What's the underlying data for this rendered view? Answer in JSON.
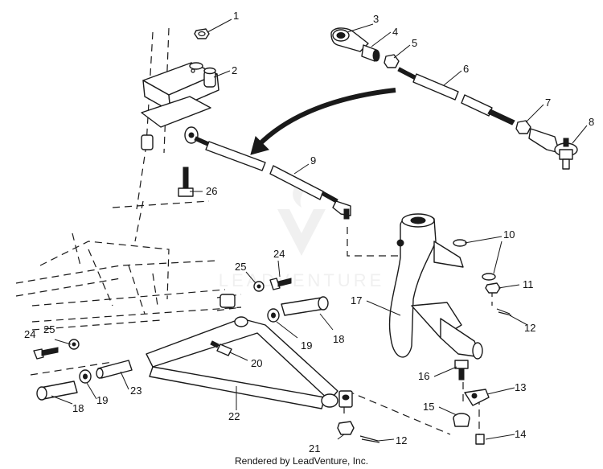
{
  "callouts": {
    "c1": "1",
    "c2": "2",
    "c3": "3",
    "c4": "4",
    "c5": "5",
    "c6": "6",
    "c7": "7",
    "c8": "8",
    "c9": "9",
    "c10": "10",
    "c11": "11",
    "c12a": "12",
    "c12b": "12",
    "c13": "13",
    "c14": "14",
    "c15": "15",
    "c16": "16",
    "c17": "17",
    "c18a": "18",
    "c18b": "18",
    "c19a": "19",
    "c19b": "19",
    "c20": "20",
    "c21": "21",
    "c22": "22",
    "c23": "23",
    "c24a": "24",
    "c24b": "24",
    "c25a": "25",
    "c25b": "25",
    "c26": "26"
  },
  "footer": "Rendered by LeadVenture, Inc.",
  "watermark": "LEADVENTURE"
}
